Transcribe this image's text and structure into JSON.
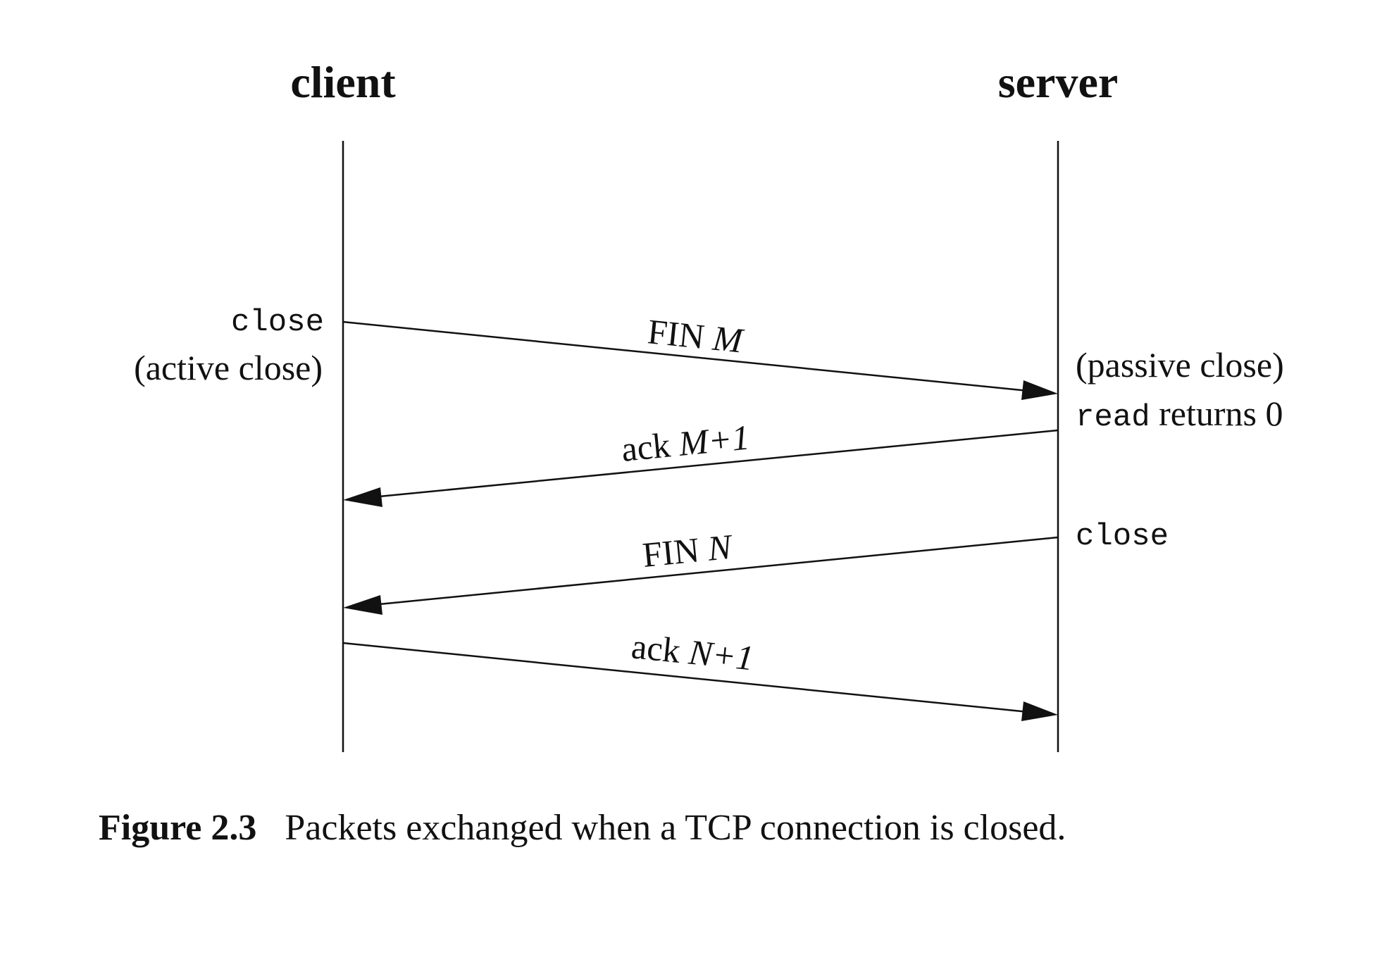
{
  "headers": {
    "client": "client",
    "server": "server"
  },
  "client_annotations": {
    "close_call": "close",
    "active_close": "(active close)"
  },
  "server_annotations": {
    "passive_close": "(passive close)",
    "read_call": "read",
    "read_returns": " returns 0",
    "close_call": "close"
  },
  "messages": [
    {
      "from": "client",
      "to": "server",
      "label_prefix": "FIN ",
      "label_var": "M"
    },
    {
      "from": "server",
      "to": "client",
      "label_prefix": "ack ",
      "label_var": "M+1"
    },
    {
      "from": "server",
      "to": "client",
      "label_prefix": "FIN ",
      "label_var": "N"
    },
    {
      "from": "client",
      "to": "server",
      "label_prefix": "ack ",
      "label_var": "N+1"
    }
  ],
  "caption": {
    "number": "Figure 2.3",
    "text": "Packets exchanged when a TCP connection is closed."
  }
}
